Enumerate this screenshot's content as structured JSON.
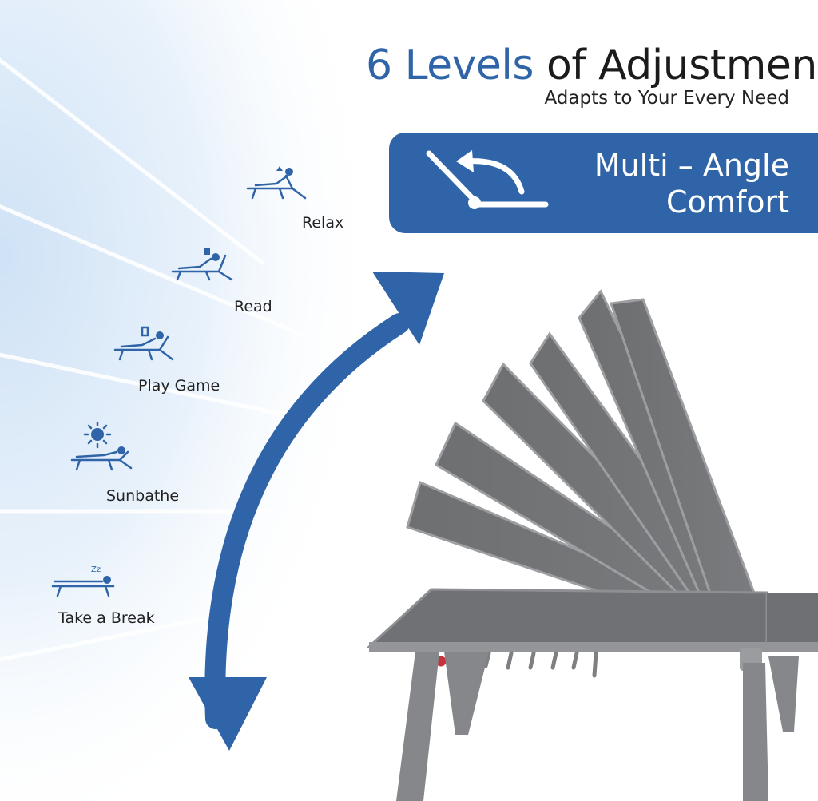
{
  "header": {
    "title_highlight": "6 Levels",
    "title_rest": "of Adjustment",
    "subtitle": "Adapts to Your Every Need"
  },
  "banner": {
    "line1": "Multi – Angle",
    "line2": "Comfort",
    "icon": "recline-angle-icon"
  },
  "positions": [
    {
      "label": "Relax",
      "icon": "relax-lounger-icon"
    },
    {
      "label": "Read",
      "icon": "read-lounger-icon"
    },
    {
      "label": "Play Game",
      "icon": "phone-lounger-icon"
    },
    {
      "label": "Sunbathe",
      "icon": "sun-lounger-icon"
    },
    {
      "label": "Take a Break",
      "icon": "sleep-lounger-icon"
    }
  ],
  "colors": {
    "brand_blue": "#2f65a8",
    "lounger_fabric": "#717274",
    "lounger_frame": "#8a8c8f",
    "accent_red": "#c8323a"
  }
}
